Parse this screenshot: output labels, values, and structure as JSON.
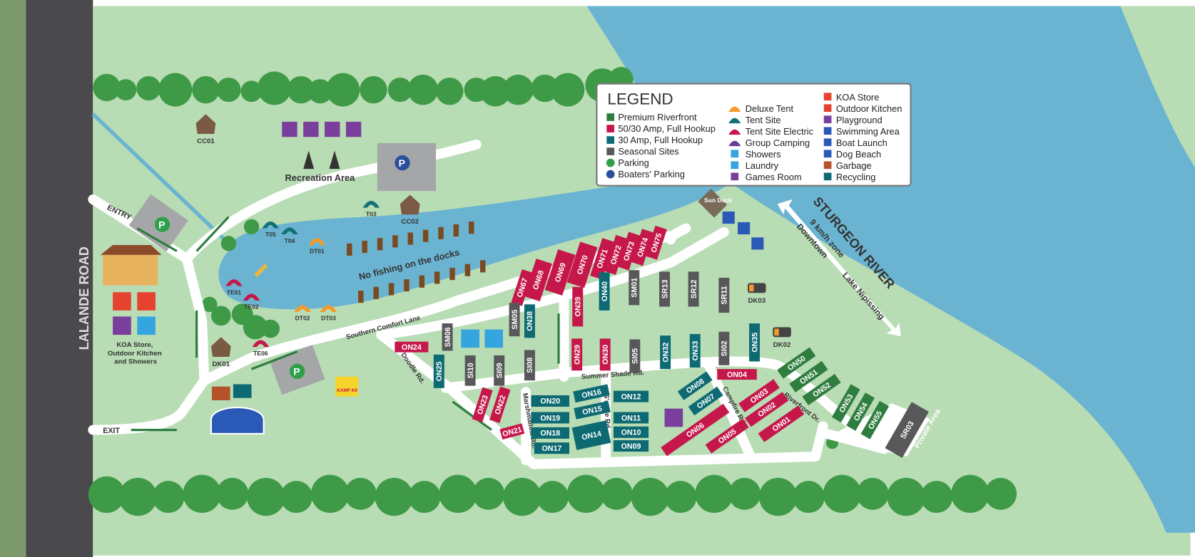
{
  "map": {
    "road_label": "LALANDE ROAD",
    "entry": "ENTRY",
    "exit": "EXIT",
    "recreation_area": "Recreation Area",
    "dock_notice": "No fishing on the docks",
    "river": "STURGEON RIVER",
    "speed_zone": "9 km/h zone",
    "downtown": "Downtown",
    "lake": "Lake Nipissing",
    "sun_deck": "Sun Deck",
    "store_caption": [
      "KOA Store,",
      "Outdoor Kitchen",
      "and Showers"
    ],
    "private_area": "Private Area",
    "kamp_k9": "KAMP K9",
    "roads": {
      "southern_comfort": "Southern Comfort Lane",
      "doodle": "Doodle Rd.",
      "summer_shade": "Summer Shade Rd.",
      "marshmallow": "Marshmallow Rd.",
      "smore": "S'more Rd.",
      "campfire": "Campfire Rd.",
      "riverfront": "Riverfront Dr."
    },
    "cabins": [
      "CC01",
      "CC02",
      "DK01"
    ],
    "trailers": [
      "DK03",
      "DK02"
    ],
    "tents": [
      {
        "id": "T05",
        "type": "tent"
      },
      {
        "id": "T04",
        "type": "tent"
      },
      {
        "id": "T03",
        "type": "tent"
      },
      {
        "id": "DT01",
        "type": "deluxe"
      },
      {
        "id": "DT02",
        "type": "deluxe"
      },
      {
        "id": "DT03",
        "type": "deluxe"
      },
      {
        "id": "TE01",
        "type": "electric"
      },
      {
        "id": "TE02",
        "type": "electric"
      },
      {
        "id": "TE06",
        "type": "electric"
      }
    ],
    "sites": [
      {
        "id": "ON67",
        "type": "amp50"
      },
      {
        "id": "ON68",
        "type": "amp50"
      },
      {
        "id": "ON69",
        "type": "amp50"
      },
      {
        "id": "ON70",
        "type": "amp50"
      },
      {
        "id": "ON71",
        "type": "amp50"
      },
      {
        "id": "ON72",
        "type": "amp50"
      },
      {
        "id": "ON73",
        "type": "amp50"
      },
      {
        "id": "ON74",
        "type": "amp50"
      },
      {
        "id": "ON75",
        "type": "amp50"
      },
      {
        "id": "ON39",
        "type": "amp50"
      },
      {
        "id": "ON40",
        "type": "amp30"
      },
      {
        "id": "SM01",
        "type": "seasonal"
      },
      {
        "id": "SR13",
        "type": "seasonal"
      },
      {
        "id": "SR12",
        "type": "seasonal"
      },
      {
        "id": "SR11",
        "type": "seasonal"
      },
      {
        "id": "SM05",
        "type": "seasonal"
      },
      {
        "id": "ON38",
        "type": "amp30"
      },
      {
        "id": "SM06",
        "type": "seasonal"
      },
      {
        "id": "ON29",
        "type": "amp50"
      },
      {
        "id": "ON30",
        "type": "amp50"
      },
      {
        "id": "SI05",
        "type": "seasonal"
      },
      {
        "id": "ON32",
        "type": "amp30"
      },
      {
        "id": "ON33",
        "type": "amp30"
      },
      {
        "id": "SI02",
        "type": "seasonal"
      },
      {
        "id": "ON35",
        "type": "amp30"
      },
      {
        "id": "ON25",
        "type": "amp30"
      },
      {
        "id": "SI10",
        "type": "seasonal"
      },
      {
        "id": "SI09",
        "type": "seasonal"
      },
      {
        "id": "SI08",
        "type": "seasonal"
      },
      {
        "id": "ON24",
        "type": "amp50"
      },
      {
        "id": "ON23",
        "type": "amp50"
      },
      {
        "id": "ON22",
        "type": "amp50"
      },
      {
        "id": "ON21",
        "type": "amp50"
      },
      {
        "id": "ON20",
        "type": "amp30"
      },
      {
        "id": "ON19",
        "type": "amp30"
      },
      {
        "id": "ON18",
        "type": "amp30"
      },
      {
        "id": "ON17",
        "type": "amp30"
      },
      {
        "id": "ON16",
        "type": "amp30"
      },
      {
        "id": "ON15",
        "type": "amp30"
      },
      {
        "id": "ON14",
        "type": "amp30"
      },
      {
        "id": "ON12",
        "type": "amp30"
      },
      {
        "id": "ON11",
        "type": "amp30"
      },
      {
        "id": "ON10",
        "type": "amp30"
      },
      {
        "id": "ON09",
        "type": "amp30"
      },
      {
        "id": "ON08",
        "type": "amp30"
      },
      {
        "id": "ON07",
        "type": "amp30"
      },
      {
        "id": "ON04",
        "type": "amp50"
      },
      {
        "id": "ON03",
        "type": "amp50"
      },
      {
        "id": "ON02",
        "type": "amp50"
      },
      {
        "id": "ON01",
        "type": "amp50"
      },
      {
        "id": "ON06",
        "type": "amp50"
      },
      {
        "id": "ON05",
        "type": "amp50"
      },
      {
        "id": "ON50",
        "type": "premium"
      },
      {
        "id": "ON51",
        "type": "premium"
      },
      {
        "id": "ON52",
        "type": "premium"
      },
      {
        "id": "ON53",
        "type": "premium"
      },
      {
        "id": "ON54",
        "type": "premium"
      },
      {
        "id": "ON55",
        "type": "premium"
      },
      {
        "id": "SR03",
        "type": "seasonal"
      }
    ]
  },
  "colors": {
    "premium": "#2f7d3f",
    "amp50": "#c6174b",
    "amp30": "#0d6a73",
    "seasonal": "#58585a",
    "grass": "#b8dcb4",
    "water": "#6ab4d2",
    "tree": "#3f9a47",
    "deluxe": "#f29b2b",
    "tent": "#137178",
    "electric": "#c6174b",
    "group": "#6a3c97",
    "parking": "#2fa04a",
    "boaters_parking": "#2a4f9c"
  },
  "legend": {
    "title": "LEGEND",
    "col1": [
      {
        "label": "Premium Riverfront",
        "key": "premium"
      },
      {
        "label": "50/30 Amp, Full Hookup",
        "key": "amp50"
      },
      {
        "label": "30 Amp, Full Hookup",
        "key": "amp30"
      },
      {
        "label": "Seasonal Sites",
        "key": "seasonal"
      },
      {
        "label": "Parking",
        "key": "parking"
      },
      {
        "label": "Boaters' Parking",
        "key": "boaters_parking"
      }
    ],
    "col2": [
      {
        "label": "Deluxe Tent",
        "icon": "deluxe-tent-icon",
        "color": "#f29b2b"
      },
      {
        "label": "Tent Site",
        "icon": "tent-icon",
        "color": "#137178"
      },
      {
        "label": "Tent Site Electric",
        "icon": "tent-electric-icon",
        "color": "#c6174b"
      },
      {
        "label": "Group Camping",
        "icon": "group-camping-icon",
        "color": "#6a3c97"
      },
      {
        "label": "Showers",
        "icon": "showers-icon",
        "color": "#35a5e0"
      },
      {
        "label": "Laundry",
        "icon": "laundry-icon",
        "color": "#35a5e0"
      },
      {
        "label": "Games Room",
        "icon": "games-room-icon",
        "color": "#7a3e9d"
      }
    ],
    "col3": [
      {
        "label": "KOA Store",
        "icon": "koa-store-icon",
        "color": "#e5432f"
      },
      {
        "label": "Outdoor Kitchen",
        "icon": "outdoor-kitchen-icon",
        "color": "#e5432f"
      },
      {
        "label": "Playground",
        "icon": "playground-icon",
        "color": "#7a3e9d"
      },
      {
        "label": "Swimming Area",
        "icon": "swimming-icon",
        "color": "#2a59b8"
      },
      {
        "label": "Boat Launch",
        "icon": "boat-launch-icon",
        "color": "#2a59b8"
      },
      {
        "label": "Dog Beach",
        "icon": "dog-beach-icon",
        "color": "#2a59b8"
      },
      {
        "label": "Garbage",
        "icon": "garbage-icon",
        "color": "#b5522a"
      },
      {
        "label": "Recycling",
        "icon": "recycling-icon",
        "color": "#0d6a73"
      }
    ]
  }
}
